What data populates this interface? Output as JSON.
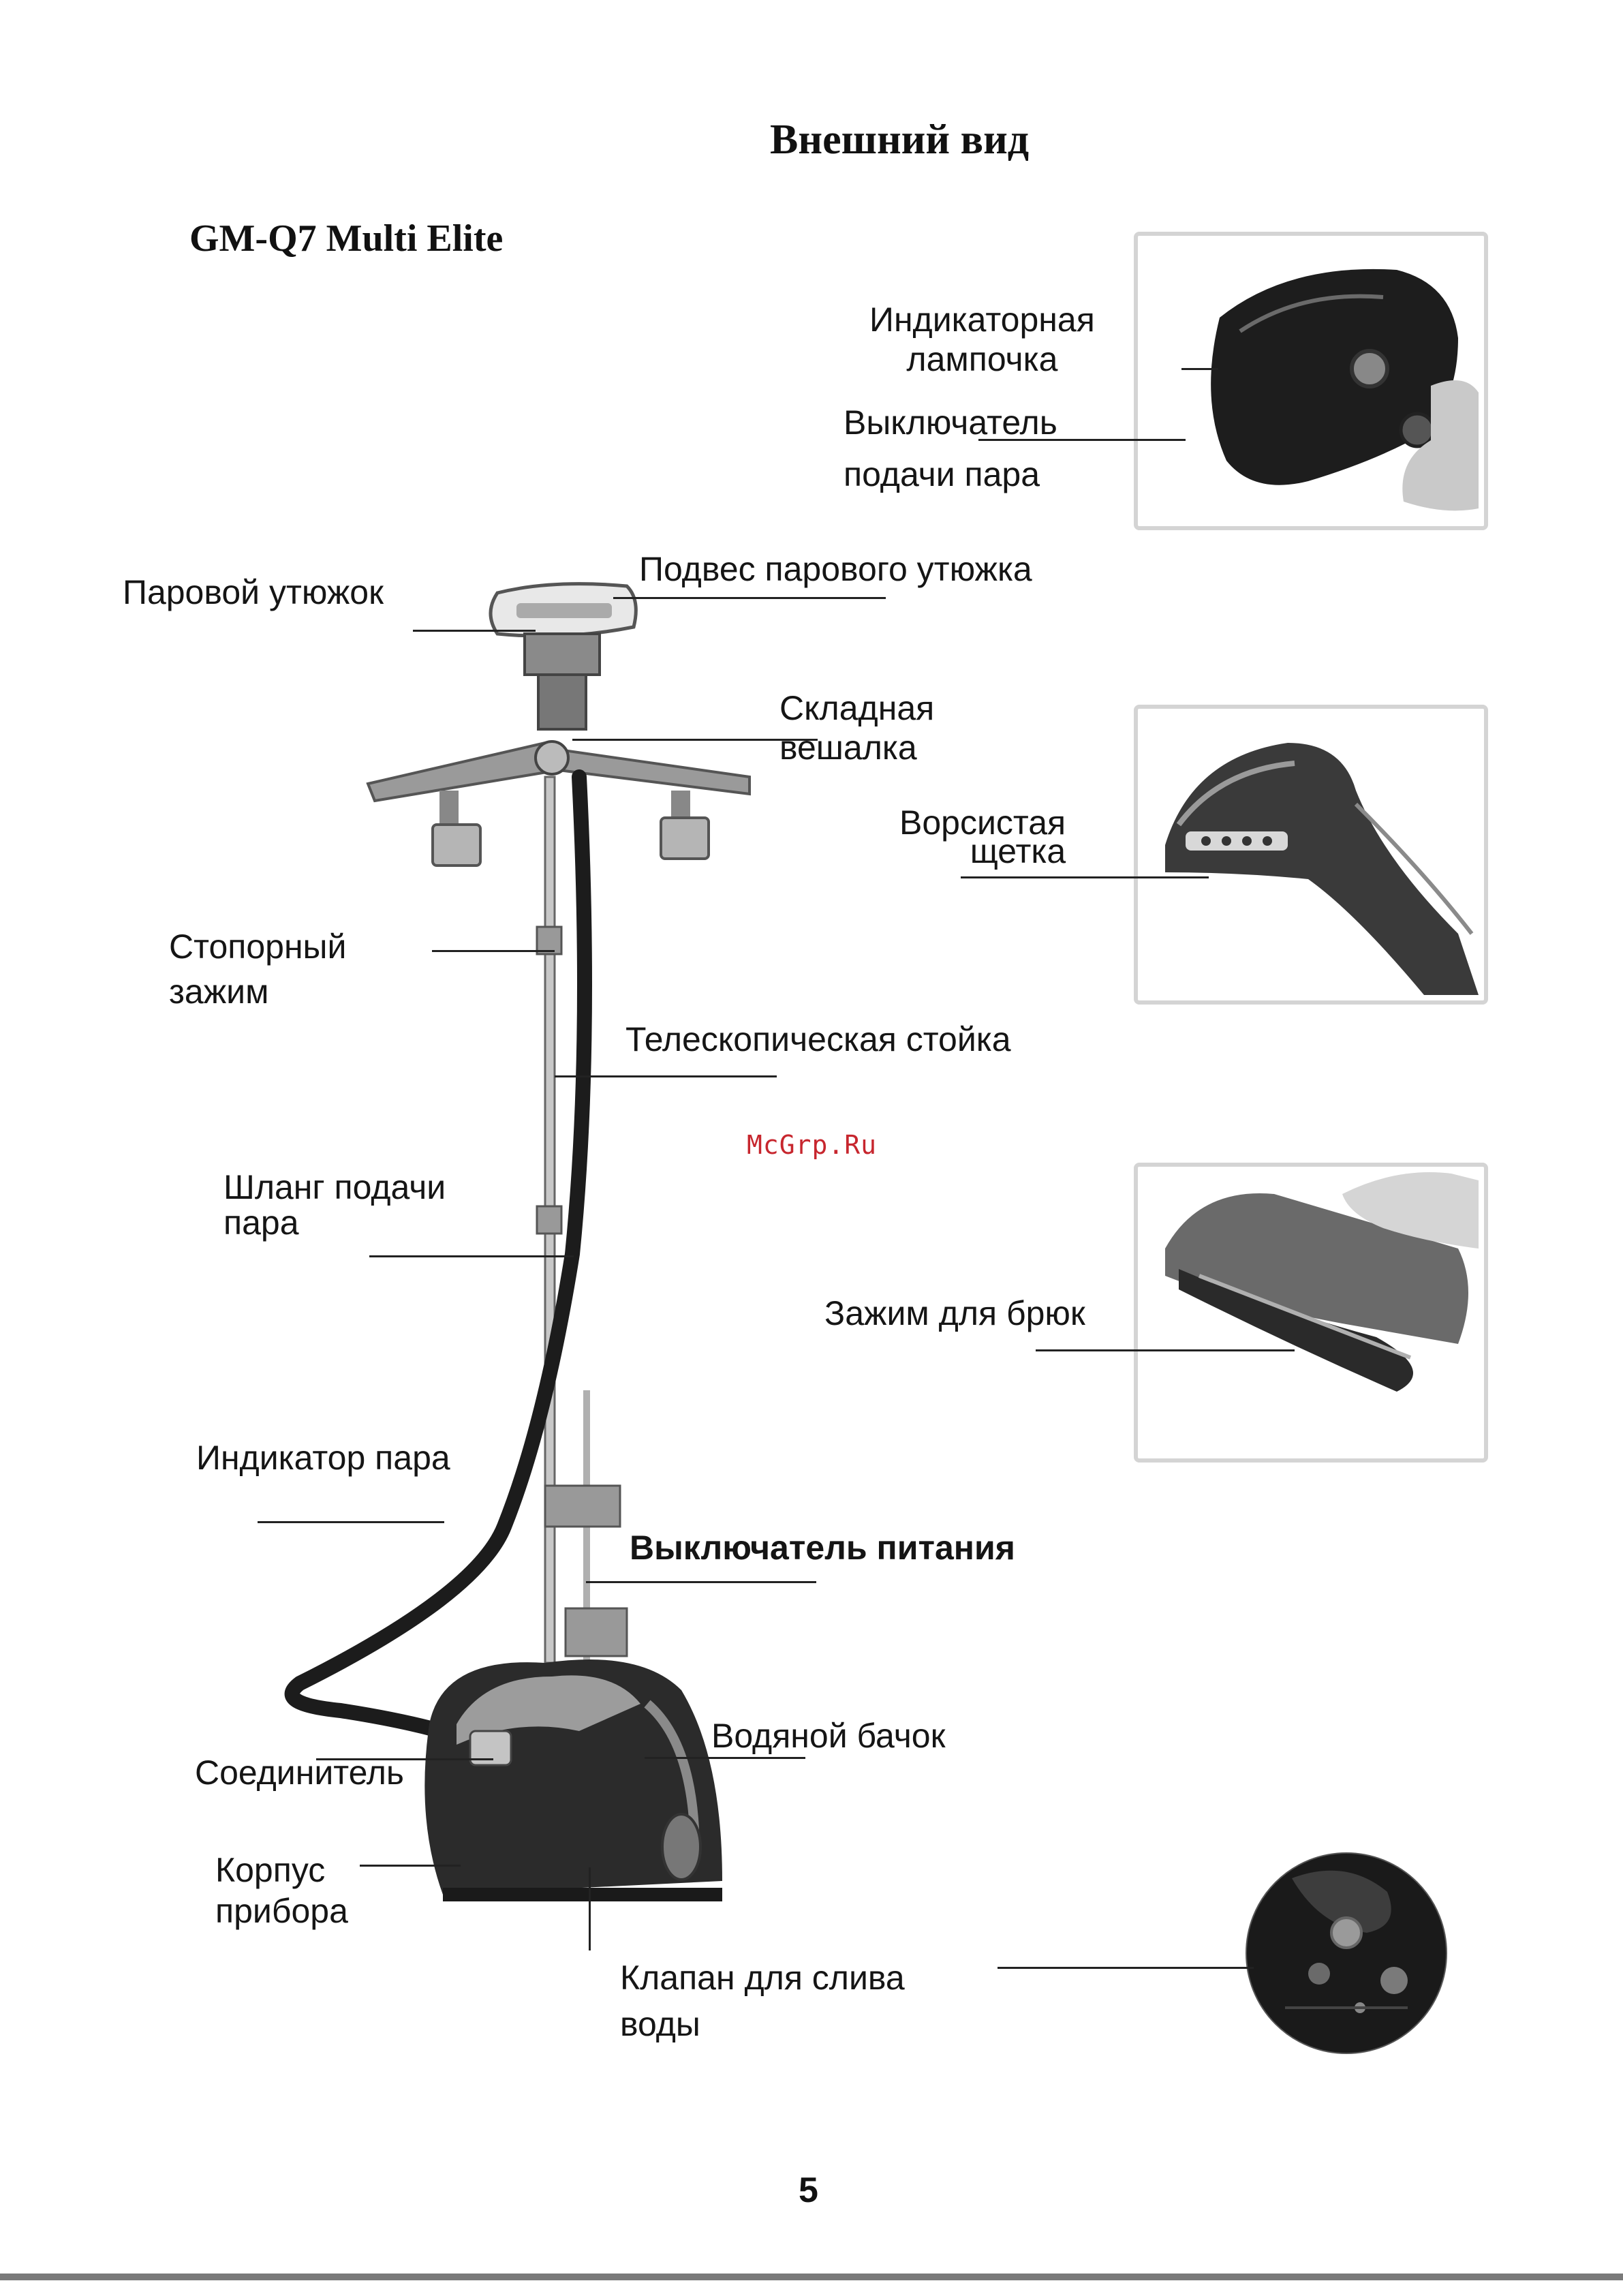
{
  "page": {
    "title": "Внешний вид",
    "model": "GM-Q7 Multi Elite",
    "watermark": "McGrp.Ru",
    "page_number": "5"
  },
  "callouts": {
    "indicator_lamp": "Индикаторная\nлампочка",
    "steam_switch": "Выключатель\nподачи пара",
    "steam_iron": "Паровой утюжок",
    "iron_holder": "Подвес парового утюжка",
    "folding_hanger": "Складная\nвешалка",
    "bristle_brush": "Ворсистая\nщетка",
    "locking_clamp": "Стопорный\nзажим",
    "telescopic_pole": "Телескопическая стойка",
    "steam_hose": "Шланг подачи\nпара",
    "trouser_clip": "Зажим для брюк",
    "steam_indicator": "Индикатор пара",
    "power_switch": "Выключатель питания",
    "water_tank": "Водяной бачок",
    "connector": "Соединитель",
    "body": "Корпус\nприбора",
    "drain_valve": "Клапан для слива\nводы"
  },
  "icons": {
    "steamer": "garment-steamer-illustration",
    "iron_head": "steam-iron-head-photo",
    "brush": "bristle-brush-photo",
    "clip": "trouser-clip-photo",
    "valve": "drain-valve-photo"
  }
}
